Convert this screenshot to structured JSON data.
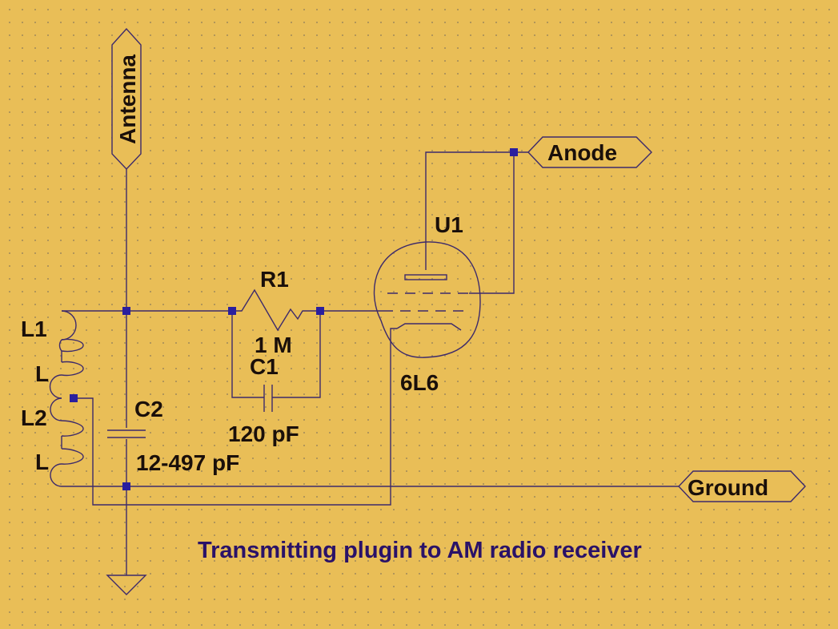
{
  "colors": {
    "background": "#e9be57",
    "wire": "#3d2a6b",
    "junction": "#2a1f9e",
    "label_text": "#1a0f0a",
    "comment_text": "#2a1268"
  },
  "nets": {
    "antenna": "Antenna",
    "anode": "Anode",
    "ground": "Ground"
  },
  "components": {
    "L1": {
      "ref": "L1",
      "value": "L"
    },
    "L2": {
      "ref": "L2",
      "value": "L"
    },
    "C2": {
      "ref": "C2",
      "value": "12-497 pF"
    },
    "R1": {
      "ref": "R1",
      "value": "1 M"
    },
    "C1": {
      "ref": "C1",
      "value": "120 pF"
    },
    "U1": {
      "ref": "U1",
      "value": "6L6"
    }
  },
  "comment": "Transmitting plugin to AM radio receiver"
}
